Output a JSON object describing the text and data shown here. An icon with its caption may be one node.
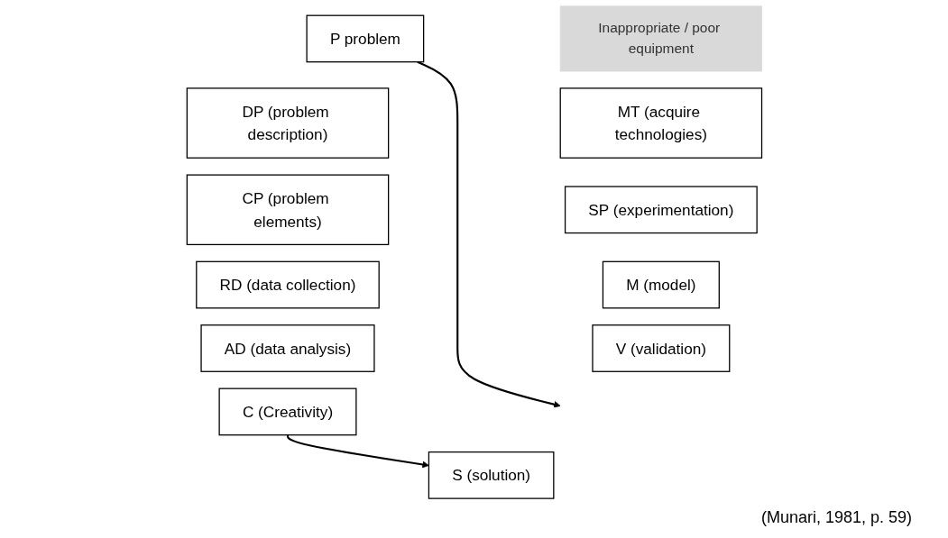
{
  "diagram": {
    "nodes": [
      {
        "text": [
          "P problem"
        ]
      },
      {
        "text": [
          "DP (problem description)"
        ]
      },
      {
        "text": [
          "CP (problem elements)"
        ]
      },
      {
        "text": [
          "RD (data collection)"
        ]
      },
      {
        "text": [
          "AD (data analysis)"
        ]
      },
      {
        "text": [
          "C (Creativity)"
        ]
      },
      {
        "text": [
          "Inappropriate / poor equipment"
        ]
      },
      {
        "text": [
          "MT (acquire technologies)"
        ]
      },
      {
        "text": [
          "SP (experimentation)"
        ]
      },
      {
        "text": [
          "M (model)"
        ]
      },
      {
        "text": [
          "V (validation)"
        ]
      },
      {
        "text": [
          "S (solution)"
        ]
      }
    ],
    "edges": [
      {
        "from": 0,
        "to": null,
        "arrow": "to"
      },
      {
        "from": 5,
        "to": 11,
        "arrow": "to"
      }
    ],
    "labels": [
      "(Munari, 1981, p. 59)"
    ]
  }
}
